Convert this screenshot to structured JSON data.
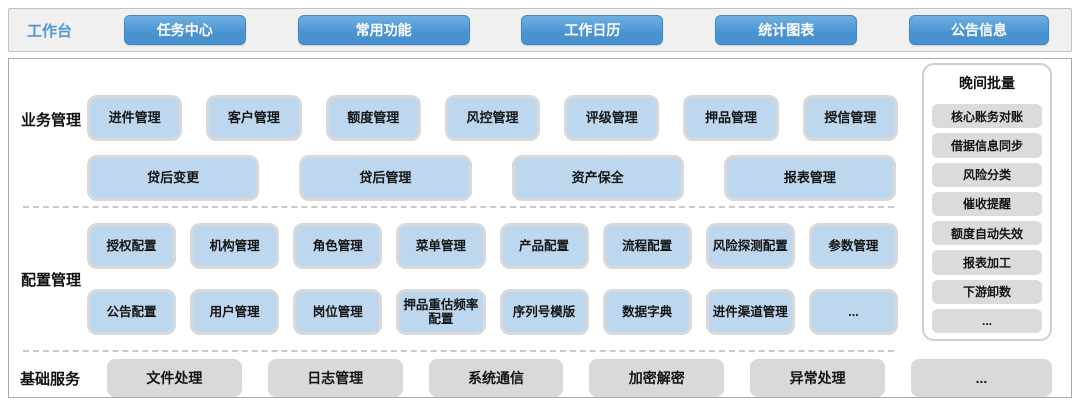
{
  "topbar": {
    "label": "工作台",
    "buttons": [
      "任务中心",
      "常用功能",
      "工作日历",
      "统计图表",
      "公告信息"
    ]
  },
  "sections": {
    "business": {
      "label": "业务管理",
      "row1": [
        "进件管理",
        "客户管理",
        "额度管理",
        "风控管理",
        "评级管理",
        "押品管理",
        "授信管理"
      ],
      "row2": [
        "贷后变更",
        "贷后管理",
        "资产保全",
        "报表管理"
      ]
    },
    "config": {
      "label": "配置管理",
      "row1": [
        "授权配置",
        "机构管理",
        "角色管理",
        "菜单管理",
        "产品配置",
        "流程配置",
        "风险探测配置",
        "参数管理"
      ],
      "row2": [
        "公告配置",
        "用户管理",
        "岗位管理",
        "押品重估频率配置",
        "序列号模版",
        "数据字典",
        "进件渠道管理",
        "..."
      ]
    },
    "base": {
      "label": "基础服务",
      "items": [
        "文件处理",
        "日志管理",
        "系统通信",
        "加密解密",
        "异常处理",
        "..."
      ]
    }
  },
  "sidebar": {
    "title": "晚间批量",
    "items": [
      "核心账务对账",
      "借据信息同步",
      "风险分类",
      "催收提醒",
      "额度自动失效",
      "报表加工",
      "下游卸数",
      "..."
    ]
  },
  "colors": {
    "accent_blue": "#4a93d1",
    "label_blue": "#4e97d5",
    "module_blue_fill": "#bdd7ee",
    "module_border_gray": "#d9d9d9",
    "gray_fill": "#d9d9d9",
    "topbar_bg": "#f0f0f0"
  }
}
